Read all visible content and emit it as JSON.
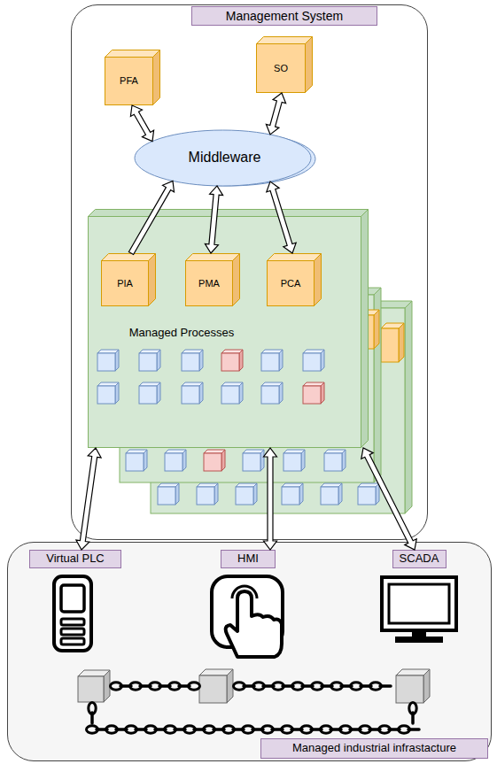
{
  "diagram": {
    "nodes": [
      {
        "text": [
          "Management System"
        ]
      },
      {
        "text": [
          "PFA"
        ],
        "in": 0
      },
      {
        "text": [
          "SO"
        ],
        "in": 0
      },
      {
        "text": [
          "Middleware"
        ],
        "in": 0
      },
      {
        "text": [
          "Managed Processes"
        ],
        "in": 0
      },
      {
        "text": [
          "PIA"
        ],
        "in": 4
      },
      {
        "text": [
          "PMA"
        ],
        "in": 4
      },
      {
        "text": [
          "PCA"
        ],
        "in": 4
      },
      {
        "text": [
          "Managed industrial infrastacture"
        ]
      },
      {
        "text": [
          "Virtual PLC"
        ],
        "in": 8
      },
      {
        "text": [
          "HMI"
        ],
        "in": 8
      },
      {
        "text": [
          "SCADA"
        ],
        "in": 8
      }
    ],
    "edges": [
      {
        "from": 1,
        "to": 3,
        "arrow": "both"
      },
      {
        "from": 2,
        "to": 3,
        "arrow": "both"
      },
      {
        "from": 5,
        "to": 3,
        "arrow": "to"
      },
      {
        "from": 6,
        "to": 3,
        "arrow": "both"
      },
      {
        "from": 7,
        "to": 3,
        "arrow": "both"
      },
      {
        "from": 4,
        "to": 9,
        "arrow": "both"
      },
      {
        "from": 4,
        "to": 10,
        "arrow": "both"
      },
      {
        "from": 4,
        "to": 11,
        "arrow": "both"
      }
    ]
  }
}
